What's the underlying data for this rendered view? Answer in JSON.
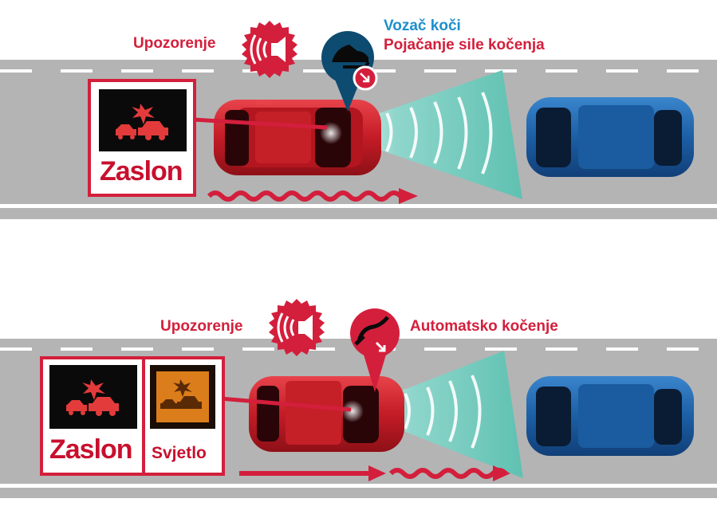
{
  "top_scenario": {
    "warning_label": "Upozorenje",
    "driver_label": "Vozač koči",
    "brake_assist_label": "Pojačanje sile kočenja",
    "display_label": "Zaslon"
  },
  "bottom_scenario": {
    "warning_label": "Upozorenje",
    "auto_brake_label": "Automatsko kočenje",
    "display_label": "Zaslon",
    "light_label": "Svjetlo"
  },
  "colors": {
    "accent_red": "#d31f3c",
    "accent_blue": "#1d8fcb",
    "road": "#b4b4b4",
    "radar": "#6cc7b8",
    "lead_car": "#1c67b0",
    "ego_car": "#d8282e",
    "light_indicator": "#f28a1e"
  },
  "icons": [
    "speaker-icon",
    "brake-pedal-icon",
    "auto-brake-icon",
    "collision-warning-icon"
  ]
}
